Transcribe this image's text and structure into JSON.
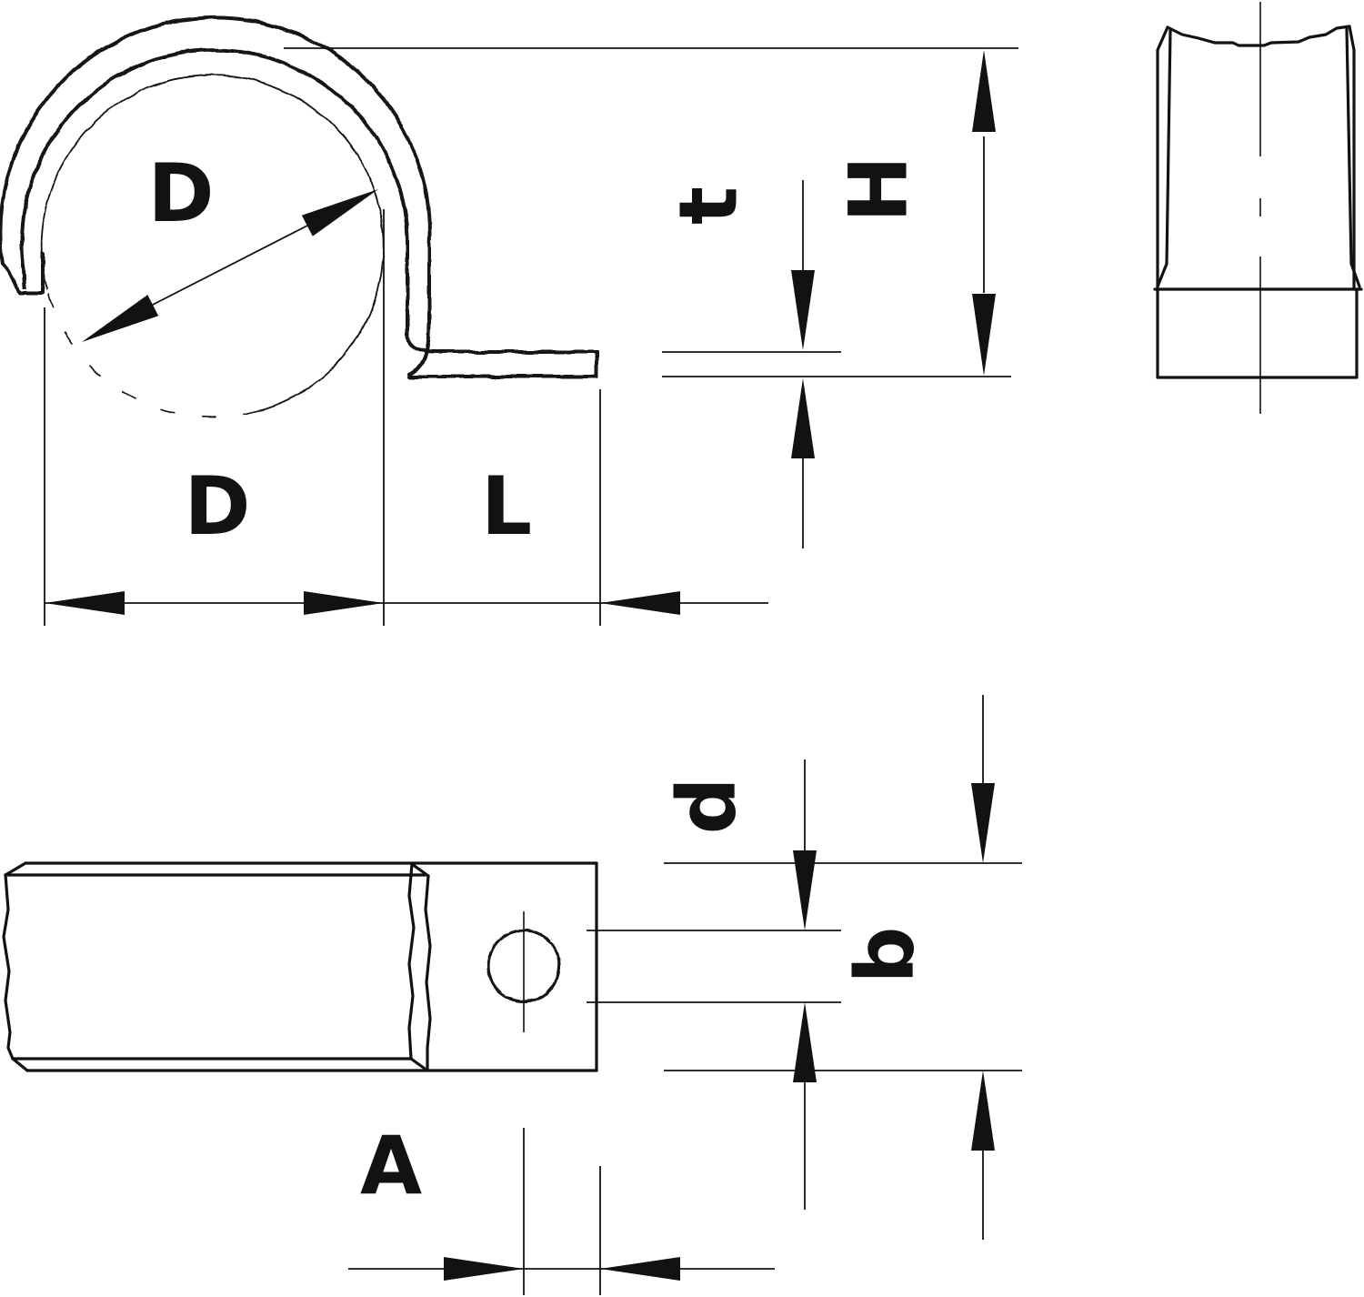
{
  "labels": {
    "pipe_diameter": "D",
    "dim_D": "D",
    "dim_L": "L",
    "dim_t": "t",
    "dim_H": "H",
    "dim_d": "d",
    "dim_b": "b",
    "dim_A": "A"
  },
  "colors": {
    "line": "#121212",
    "background": "#ffffff"
  }
}
